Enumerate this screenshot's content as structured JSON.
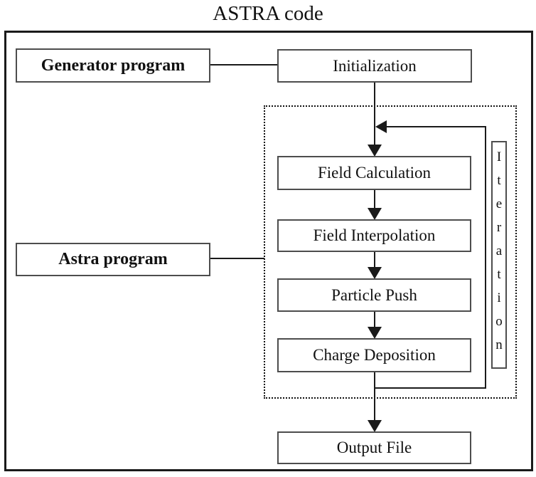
{
  "title": "ASTRA code",
  "colors": {
    "frame_border": "#1a1a1a",
    "box_border": "#4d4d4d",
    "dotted_border": "#111111",
    "arrow": "#1a1a1a",
    "text": "#111111",
    "background": "#ffffff"
  },
  "nodes": {
    "generator_program": {
      "label": "Generator program",
      "style": "bold"
    },
    "initialization": {
      "label": "Initialization",
      "style": "regular"
    },
    "astra_program": {
      "label": "Astra program",
      "style": "bold"
    },
    "field_calculation": {
      "label": "Field Calculation",
      "style": "regular"
    },
    "field_interpolation": {
      "label": "Field Interpolation",
      "style": "regular"
    },
    "particle_push": {
      "label": "Particle Push",
      "style": "regular"
    },
    "charge_deposition": {
      "label": "Charge Deposition",
      "style": "regular"
    },
    "output_file": {
      "label": "Output File",
      "style": "regular"
    },
    "iteration": {
      "label": "Iteration",
      "orientation": "vertical"
    }
  },
  "edges": [
    {
      "from": "Generator program",
      "to": "Initialization",
      "type": "plain-line"
    },
    {
      "from": "Initialization",
      "to": "Field Calculation",
      "type": "arrow"
    },
    {
      "from": "Field Calculation",
      "to": "Field Interpolation",
      "type": "arrow"
    },
    {
      "from": "Field Interpolation",
      "to": "Particle Push",
      "type": "arrow"
    },
    {
      "from": "Particle Push",
      "to": "Charge Deposition",
      "type": "arrow"
    },
    {
      "from": "Charge Deposition",
      "to": "Initialization-FieldCalculation junction",
      "type": "feedback-loop-arrow"
    },
    {
      "from": "Charge Deposition",
      "to": "Output File",
      "type": "arrow"
    },
    {
      "from": "Astra program",
      "to": "iteration-dotted-region",
      "type": "plain-line"
    }
  ]
}
